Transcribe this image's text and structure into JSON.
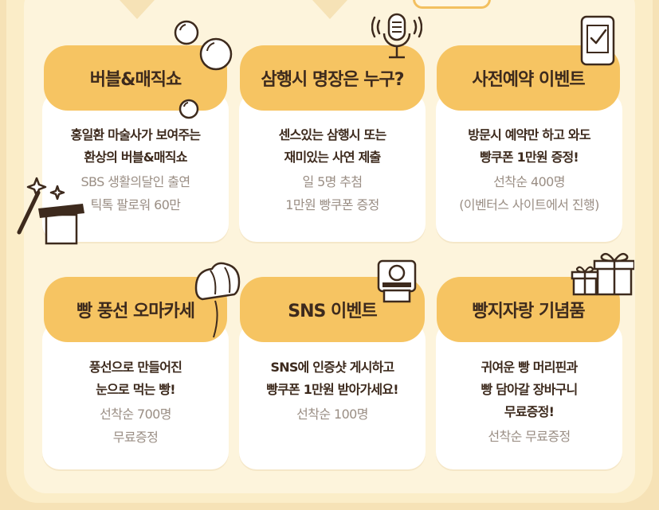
{
  "cards": [
    {
      "title": "버블&매직쇼",
      "main_lines": [
        "홍일환 마술사가 보여주는",
        "환상의 버블&매직쇼"
      ],
      "sub_lines": [
        "SBS 생활의달인 출연",
        "틱톡 팔로워 60만"
      ]
    },
    {
      "title": "삼행시 명장은 누구?",
      "main_lines": [
        "센스있는 삼행시 또는",
        "재미있는 사연 제출"
      ],
      "sub_lines": [
        "일 5명 추첨",
        "1만원 빵쿠폰 증정"
      ]
    },
    {
      "title": "사전예약 이벤트",
      "main_lines": [
        "방문시 예약만 하고 와도",
        "빵쿠폰 1만원 증정!"
      ],
      "sub_lines": [
        "선착순 400명",
        "(이벤터스 사이트에서 진행)"
      ]
    },
    {
      "title": "빵 풍선 오마카세",
      "main_lines": [
        "풍선으로 만들어진",
        "눈으로 먹는 빵!"
      ],
      "sub_lines": [
        "선착순 700명",
        "무료증정"
      ]
    },
    {
      "title": "SNS 이벤트",
      "main_lines": [
        "SNS에 인증샷 게시하고",
        "빵쿠폰 1만원 받아가세요!"
      ],
      "sub_lines": [
        "선착순 100명"
      ]
    },
    {
      "title": "빵지자랑 기념품",
      "main_lines": [
        "귀여운 빵 머리핀과",
        "빵 담아갈 장바구니",
        "무료증정!"
      ],
      "sub_lines": [
        "선착순 무료증정"
      ]
    }
  ],
  "colors": {
    "pill": "#f6c462",
    "card": "#ffffff",
    "background": "#fdf4dc",
    "text_main": "#3d2a1d",
    "text_sub": "#9a8e84"
  }
}
